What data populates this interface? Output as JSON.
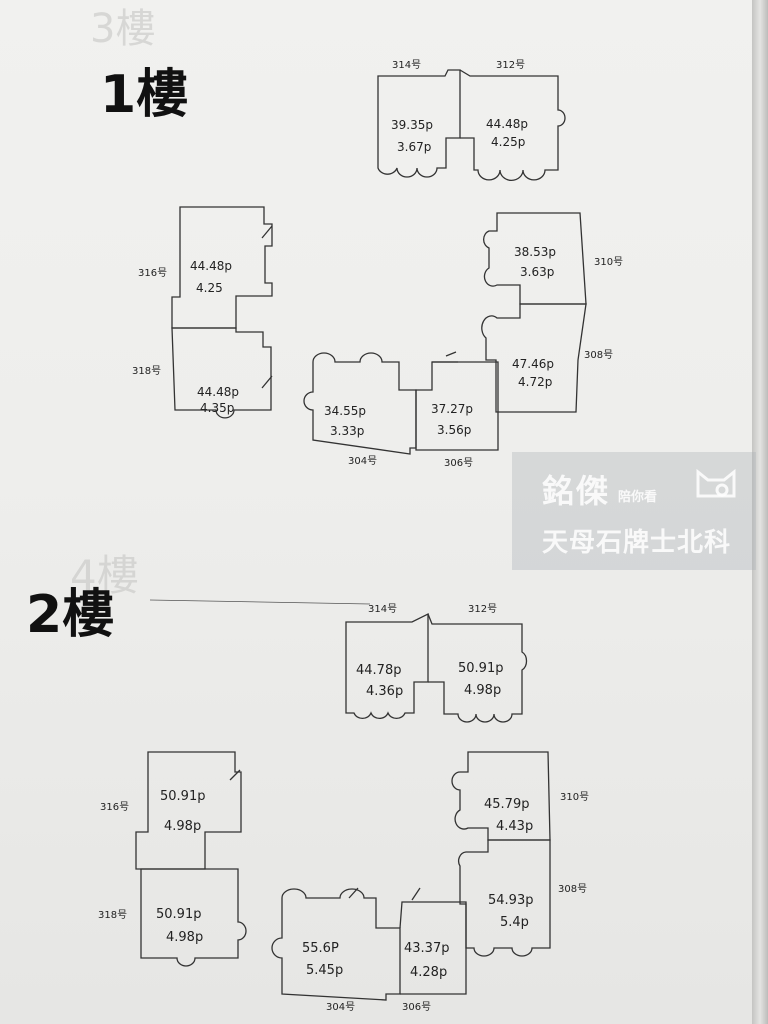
{
  "floors": [
    {
      "label": "1樓",
      "units": [
        {
          "key": "u314",
          "number": "314号",
          "area": "39.35p",
          "sub": "3.67p"
        },
        {
          "key": "u312",
          "number": "312号",
          "area": "44.48p",
          "sub": "4.25p"
        },
        {
          "key": "u316",
          "number": "316号",
          "area": "44.48p",
          "sub": "4.25"
        },
        {
          "key": "u318",
          "number": "318号",
          "area": "44.48p",
          "sub": "4.35p"
        },
        {
          "key": "u310",
          "number": "310号",
          "area": "38.53p",
          "sub": "3.63p"
        },
        {
          "key": "u308",
          "number": "308号",
          "area": "47.46p",
          "sub": "4.72p"
        },
        {
          "key": "u304",
          "number": "304号",
          "area": "34.55p",
          "sub": "3.33p"
        },
        {
          "key": "u306",
          "number": "306号",
          "area": "37.27p",
          "sub": "3.56p"
        }
      ]
    },
    {
      "label": "2樓",
      "units": [
        {
          "key": "u314",
          "number": "314号",
          "area": "44.78p",
          "sub": "4.36p"
        },
        {
          "key": "u312",
          "number": "312号",
          "area": "50.91p",
          "sub": "4.98p"
        },
        {
          "key": "u316",
          "number": "316号",
          "area": "50.91p",
          "sub": "4.98p"
        },
        {
          "key": "u318",
          "number": "318号",
          "area": "50.91p",
          "sub": "4.98p"
        },
        {
          "key": "u310",
          "number": "310号",
          "area": "45.79p",
          "sub": "4.43p"
        },
        {
          "key": "u308",
          "number": "308号",
          "area": "54.93p",
          "sub": "5.4p"
        },
        {
          "key": "u304",
          "number": "304号",
          "area": "55.6P",
          "sub": "5.45p"
        },
        {
          "key": "u306",
          "number": "306号",
          "area": "43.37p",
          "sub": "4.28p"
        }
      ]
    }
  ],
  "watermark": {
    "line1": "銘傑",
    "line1b": "陪你看",
    "line2": "天母石牌士北科"
  }
}
